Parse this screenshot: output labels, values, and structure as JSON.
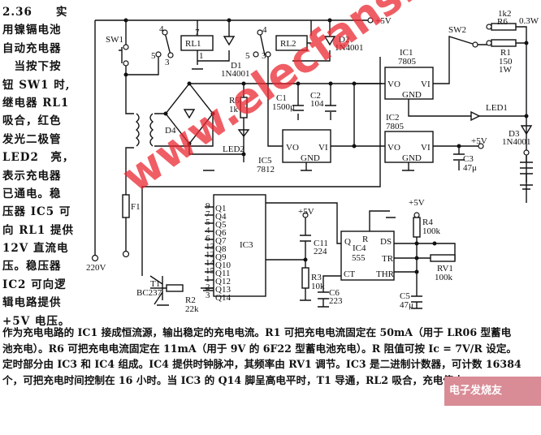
{
  "side_text": [
    "2.36　　实",
    "用镍镉电池",
    "自动充电器",
    "　当按下按",
    "钮 SW1 时,",
    "继电器 RL1",
    "吸合，红色",
    "发光二极管",
    "LED2　亮，",
    "表示充电器",
    "已通电。稳",
    "压器 IC5 可",
    "向 RL1 提供",
    "12V 直流电",
    "压。稳压器",
    "IC2 可向逻",
    "辑电路提供",
    "+5V 电压。"
  ],
  "body_text": [
    "作为充电电路的 IC1 接成恒流源，输出稳定的充电电流。R1 可把充电电流固定在 50mA（用于 LR06 型蓄电",
    "池充电）。R6 可把充电电流固定在 11mA（用于 9V 的 6F22 型蓄电池充电）。R 阻值可按 Ic = 7V/R 设定。",
    "定时部分由 IC3 和 IC4 组成。IC4 提供时钟脉冲，其频率由 RV1 调节。IC3 是二进制计数器，可计数 16384",
    "个，可把充电时间控制在 16 小时。当 IC3 的 Q14 脚呈高电平时，T1 导通，RL2 吸合，充电停止。"
  ],
  "diagram": {
    "sw1": "SW1",
    "rl1": "RL1",
    "rl2": "RL2",
    "p4a": "4",
    "p5a": "5",
    "p3a": "3",
    "p7": "7",
    "p1": "1",
    "p4b": "4",
    "p5b": "5",
    "p3b": "3",
    "d1": "D1",
    "d1v": "1N4001",
    "d2": "D2",
    "d2v": "1N4001",
    "plus5a": "+5V",
    "d4": "D4",
    "r5": "R5",
    "r5v": "1k",
    "led2": "LED2",
    "c1": "C1",
    "c1v": "1500μ",
    "c2": "C2",
    "c2v": "104",
    "ic5": "IC5",
    "ic5v": "7812",
    "ic1": "IC1",
    "ic1v": "7805",
    "ic2": "IC2",
    "ic2v": "7805",
    "vo": "VO",
    "vi": "VI",
    "gnd": "GND",
    "sw2": "SW2",
    "r6v": "1k2",
    "r6": "R6",
    "r6w": "0.3W",
    "r1": "R1",
    "r1v": "150",
    "r1w": "1W",
    "led1": "LED1",
    "d3": "D3",
    "d3v": "1N4001",
    "c3": "C3",
    "c3v": "47μ",
    "plus5b": "+5V",
    "f1": "F1",
    "v220": "220V",
    "ic3": "IC3",
    "ic3_pins": [
      [
        "9",
        "Q1"
      ],
      [
        "7",
        "Q4"
      ],
      [
        "5",
        "Q5"
      ],
      [
        "4",
        "Q6"
      ],
      [
        "6",
        "Q7"
      ],
      [
        "13",
        "Q8"
      ],
      [
        "12",
        "Q9"
      ],
      [
        "14",
        "Q10"
      ],
      [
        "15",
        "Q11"
      ],
      [
        "1",
        "Q12"
      ],
      [
        "2",
        "Q13"
      ],
      [
        "3",
        "Q14"
      ]
    ],
    "t1": "T1",
    "t1v": "BC237",
    "r2": "R2",
    "r2v": "22k",
    "plus5c": "+5V",
    "c11": "C11",
    "c11v": "224",
    "r3": "R3",
    "r3v": "10k",
    "ic4": "IC4",
    "ic4v": "555",
    "q": "Q",
    "r": "R",
    "ds": "DS",
    "tr": "TR",
    "thr": "THR",
    "ct": "CT",
    "c6": "C6",
    "c6v": "223",
    "plus5d": "+5V",
    "r4": "R4",
    "r4v": "100k",
    "rv1": "RV1",
    "rv1v": "100k",
    "c5": "C5",
    "c5v": "47μ"
  },
  "watermark": "www.elecfans.com",
  "logo": "电子发烧友 elecfans.com",
  "watermark_color": "#e82832"
}
